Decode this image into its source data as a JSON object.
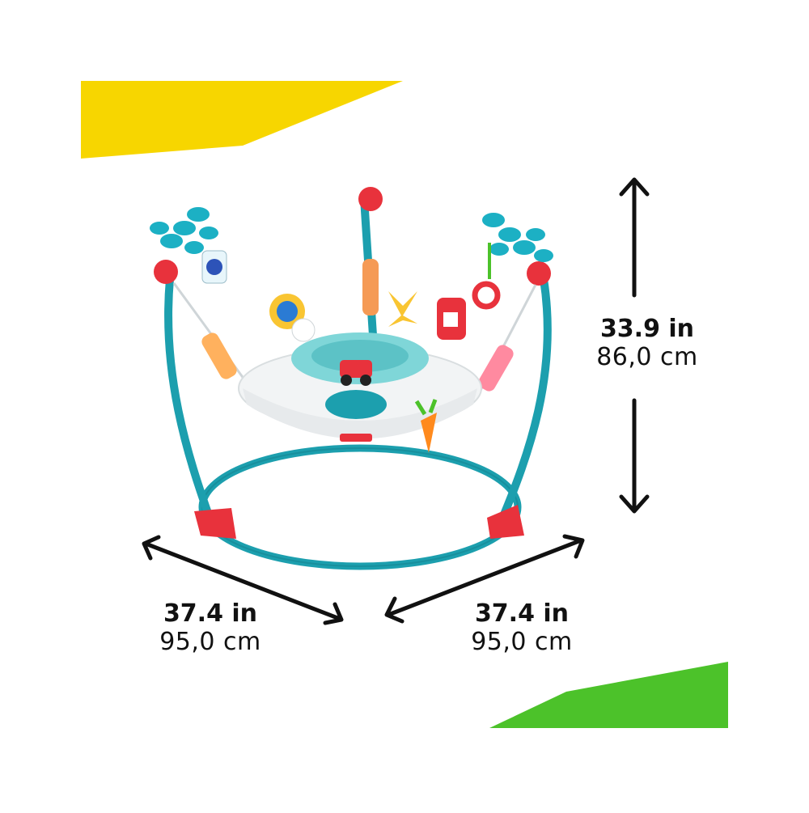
{
  "dimensions": {
    "height": {
      "imperial": "33.9 in",
      "metric": "86,0 cm"
    },
    "width_left": {
      "imperial": "37.4 in",
      "metric": "95,0 cm"
    },
    "width_right": {
      "imperial": "37.4 in",
      "metric": "95,0 cm"
    }
  },
  "colors": {
    "accent_yellow": "#f7d600",
    "accent_green": "#4cc22a",
    "frame_teal": "#1c9fae",
    "foot_red": "#e8323c",
    "arrow": "#111111"
  }
}
